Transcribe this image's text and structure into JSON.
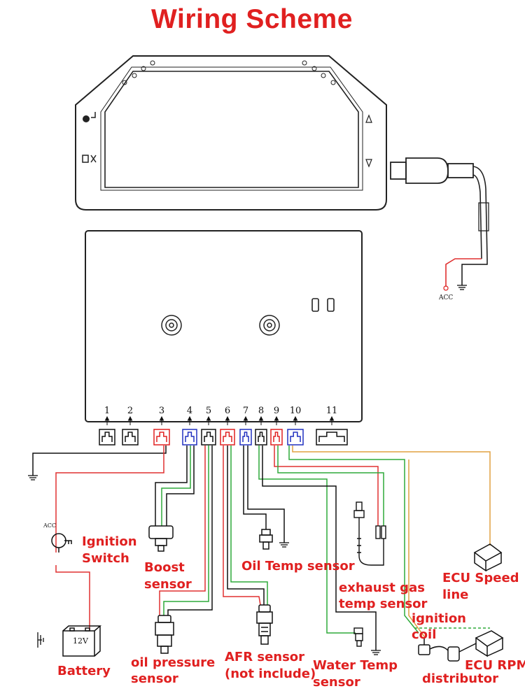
{
  "title": "Wiring Scheme",
  "acc_label": "ACC",
  "battery_voltage": "12V",
  "pins": [
    "1",
    "2",
    "3",
    "4",
    "5",
    "6",
    "7",
    "8",
    "9",
    "10",
    "11"
  ],
  "labels": {
    "ignition_switch_1": "Ignition",
    "ignition_switch_2": "Switch",
    "boost_1": "Boost",
    "boost_2": "sensor",
    "oil_temp": "Oil Temp sensor",
    "exhaust_1": "exhaust gas",
    "exhaust_2": "temp sensor",
    "ecu_speed_1": "ECU Speed",
    "ecu_speed_2": "line",
    "ignition_coil_1": "ignition",
    "ignition_coil_2": "coil",
    "battery": "Battery",
    "oil_pressure_1": "oil pressure",
    "oil_pressure_2": "sensor",
    "afr_1": "AFR sensor",
    "afr_2": "(not include)",
    "water_temp_1": "Water Temp",
    "water_temp_2": "sensor",
    "ecu_rpm": "ECU RPM",
    "distributor": "distributor"
  },
  "colors": {
    "title": "#e02020",
    "label": "#e02020",
    "wire_red": "#e03030",
    "wire_green": "#2eaa3a",
    "wire_orange": "#e0a040",
    "wire_black": "#111111",
    "connector_red": "#e02020",
    "connector_blue": "#2030c0"
  }
}
